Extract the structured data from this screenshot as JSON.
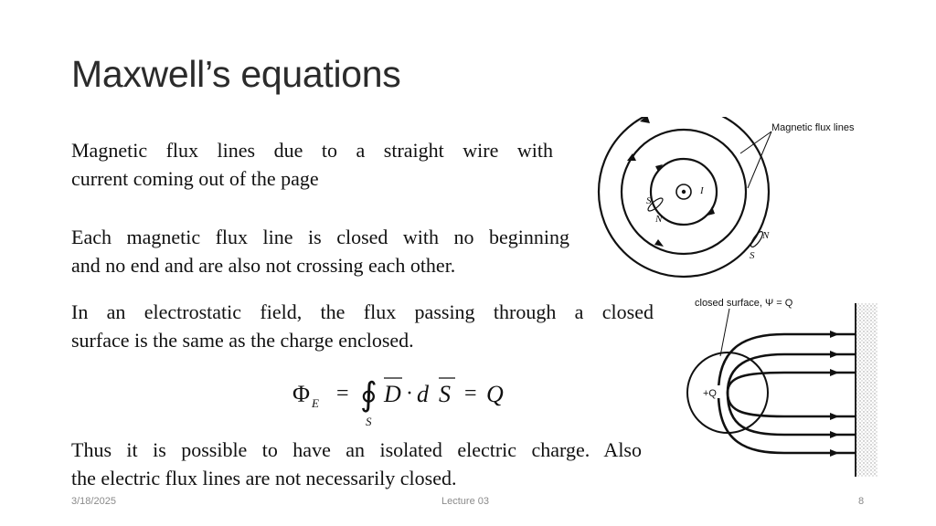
{
  "slide": {
    "title": "Maxwell’s equations",
    "para1": [
      "Magnetic flux lines due to a straight wire with",
      "current coming out of the page"
    ],
    "para2": [
      "Each magnetic flux line is closed with no beginning",
      "and no end and are also not crossing each other."
    ],
    "para3": [
      "In an electrostatic field, the flux passing through a closed",
      "surface is the same as the charge enclosed."
    ],
    "para4": [
      "Thus it is possible to have an isolated electric charge. Also",
      "the electric flux lines are not necessarily closed."
    ],
    "equation": {
      "lhs": "Φ",
      "lhs_sub": "E",
      "eq1": "=",
      "integral": "∮",
      "int_sub": "S",
      "d_vec": "D",
      "dot": "·",
      "d": "d",
      "s_vec": "S",
      "eq2": "=",
      "rhs": "Q"
    }
  },
  "figure_magnetic": {
    "callout_label": "Magnetic flux lines",
    "current_label": "I",
    "pole_s1": "S",
    "pole_n1": "N",
    "pole_n2": "N",
    "pole_s2": "S"
  },
  "figure_electric": {
    "surface_label": "closed surface, Ψ = Q",
    "charge_label": "+Q"
  },
  "footer": {
    "date": "3/18/2025",
    "center": "Lecture 03",
    "page": "8"
  }
}
